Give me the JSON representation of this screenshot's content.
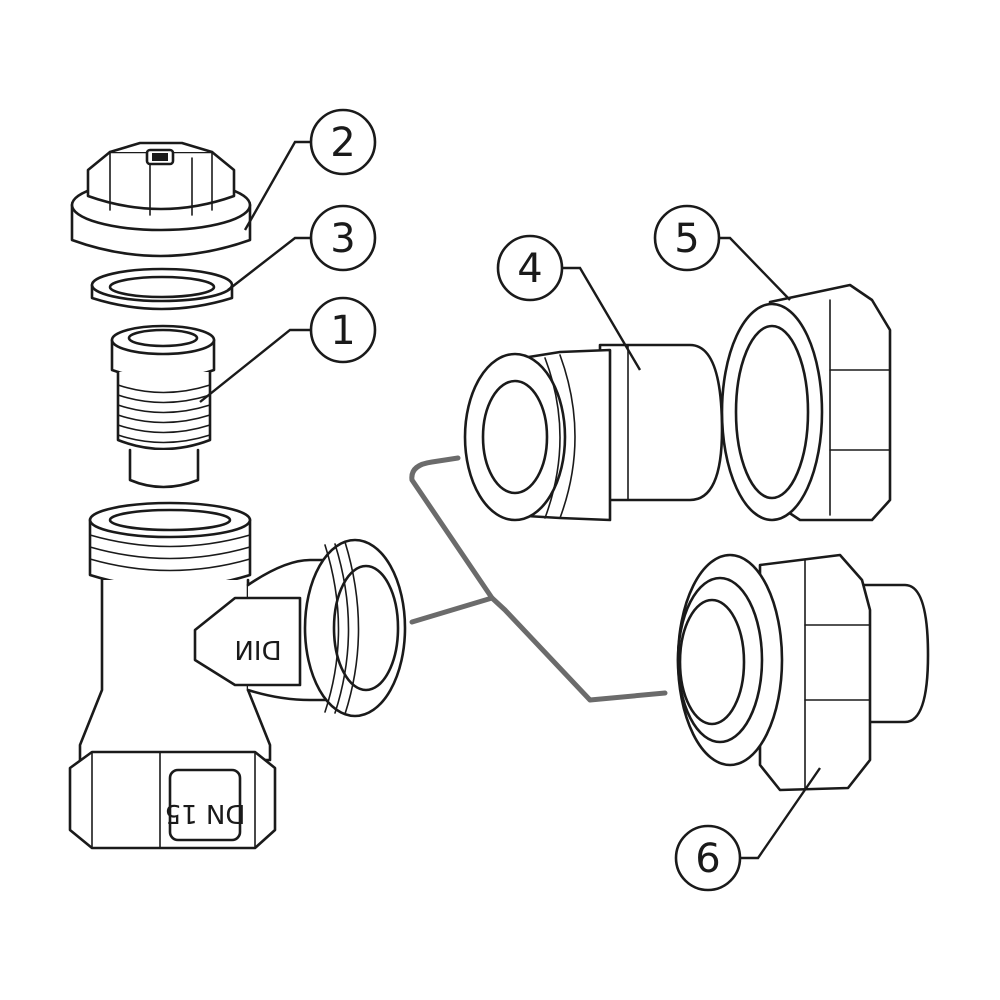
{
  "callouts": [
    {
      "id": "1",
      "label": "1"
    },
    {
      "id": "2",
      "label": "2"
    },
    {
      "id": "3",
      "label": "3"
    },
    {
      "id": "4",
      "label": "4"
    },
    {
      "id": "5",
      "label": "5"
    },
    {
      "id": "6",
      "label": "6"
    }
  ],
  "stamps": {
    "din": "DIN",
    "dn15": "DN 15"
  },
  "colors": {
    "line": "#1a1a1a",
    "connector": "#6b6b6b",
    "background": "#ffffff"
  }
}
